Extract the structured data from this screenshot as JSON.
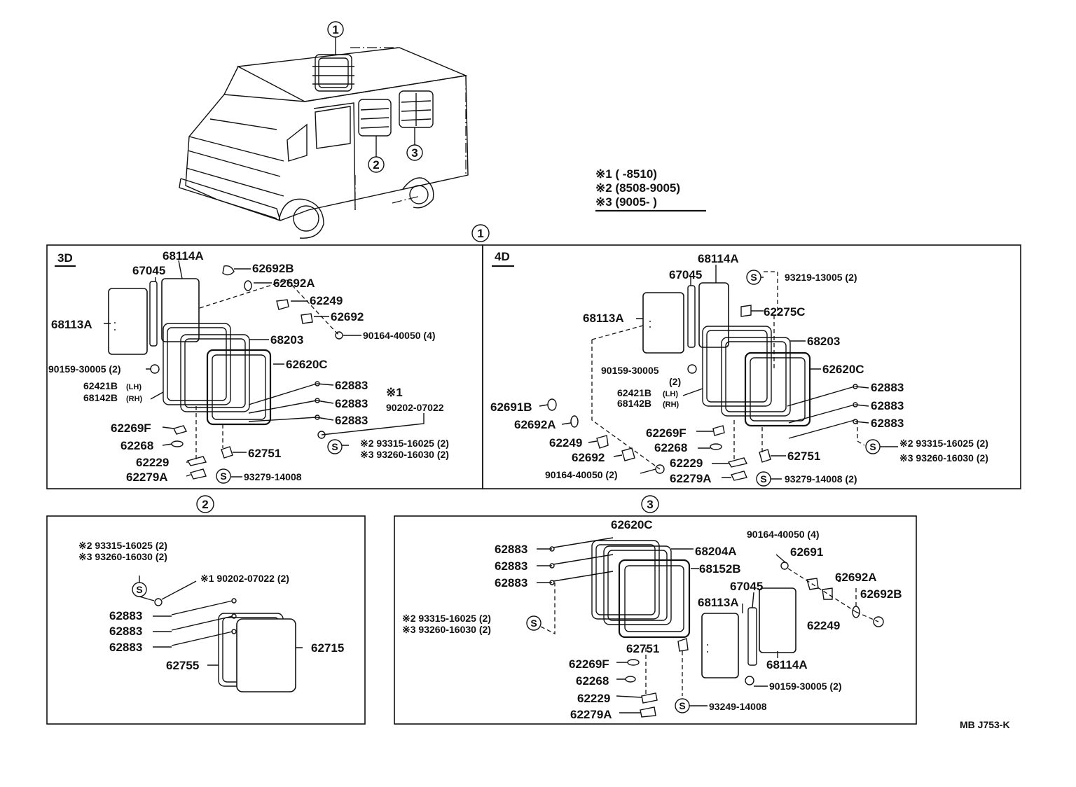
{
  "legend": {
    "line1": "※1 (    -8510)",
    "line2": "※2 (8508-9005)",
    "line3": "※3 (9005-    )"
  },
  "callouts": {
    "c1": "1",
    "c2": "2",
    "c3": "3"
  },
  "section3d": {
    "tag": "3D",
    "labels": {
      "p68114A": "68114A",
      "p67045": "67045",
      "p68113A": "68113A",
      "p62692B": "62692B",
      "p62692A": "62692A",
      "p62249": "62249",
      "p62692": "62692",
      "p90164": "90164-40050 (4)",
      "p68203": "68203",
      "p62620C": "62620C",
      "p90159": "90159-30005 (2)",
      "p62421B": "62421B",
      "p62421Bs": "(LH)",
      "p68142B": "68142B",
      "p68142Bs": "(RH)",
      "p62883a": "62883",
      "p62883b": "62883",
      "p62883c": "62883",
      "pstar1": "※1",
      "p90202": "90202-07022",
      "p62269F": "62269F",
      "p62268": "62268",
      "p62229": "62229",
      "p62279A": "62279A",
      "p62751": "62751",
      "p93315": "※2 93315-16025 (2)",
      "p93260": "※3 93260-16030 (2)",
      "p93279": "93279-14008",
      "s1": "S",
      "s2": "S"
    }
  },
  "section4d": {
    "tag": "4D",
    "labels": {
      "p68114A": "68114A",
      "p67045": "67045",
      "p93219": "93219-13005 (2)",
      "p68113A": "68113A",
      "p62275C": "62275C",
      "p68203": "68203",
      "p62620C": "62620C",
      "p90159": "90159-30005",
      "p90159b": "(2)",
      "p62421B": "62421B",
      "p62421Bs": "(LH)",
      "p68142B": "68142B",
      "p68142Bs": "(RH)",
      "p62691B": "62691B",
      "p62692A": "62692A",
      "p62249": "62249",
      "p62692": "62692",
      "p90164": "90164-40050 (2)",
      "p62883a": "62883",
      "p62883b": "62883",
      "p62883c": "62883",
      "p62269F": "62269F",
      "p62268": "62268",
      "p62229": "62229",
      "p62279A": "62279A",
      "p62751": "62751",
      "p93315": "※2 93315-16025 (2)",
      "p93260": "※3 93260-16030 (2)",
      "p93279": "93279-14008 (2)",
      "s1": "S",
      "s2": "S",
      "s3": "S"
    }
  },
  "section2": {
    "labels": {
      "p93315": "※2 93315-16025 (2)",
      "p93260": "※3 93260-16030 (2)",
      "p90202": "※1 90202-07022 (2)",
      "p62883a": "62883",
      "p62883b": "62883",
      "p62883c": "62883",
      "p62755": "62755",
      "p62715": "62715",
      "s1": "S"
    }
  },
  "section3": {
    "labels": {
      "p62620C": "62620C",
      "p62883a": "62883",
      "p62883b": "62883",
      "p62883c": "62883",
      "p68204A": "68204A",
      "p68152B": "68152B",
      "p90164": "90164-40050 (4)",
      "p62691": "62691",
      "p62692A": "62692A",
      "p62692B": "62692B",
      "p67045": "67045",
      "p68113A": "68113A",
      "p62249": "62249",
      "p93315": "※2 93315-16025 (2)",
      "p93260": "※3 93260-16030 (2)",
      "p62751": "62751",
      "p68114A": "68114A",
      "p62269F": "62269F",
      "p62268": "62268",
      "p90159": "90159-30005 (2)",
      "p62229": "62229",
      "p93249": "93249-14008",
      "p62279A": "62279A",
      "s1": "S",
      "s2": "S"
    }
  },
  "footer": {
    "code": "MB  J753-K"
  }
}
